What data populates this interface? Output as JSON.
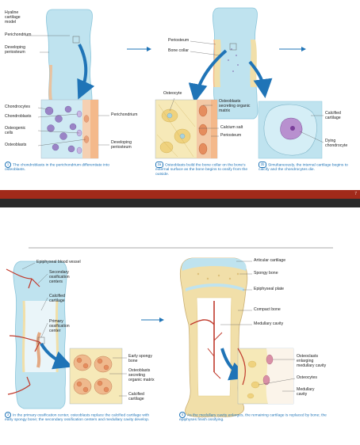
{
  "colors": {
    "accent_blue": "#1f74b7",
    "band_red": "#a12a1a",
    "band_dark": "#2a2a2a",
    "cartilage": "#bfe3ef",
    "bone": "#f1dfa9",
    "periosteum": "#f4b98b",
    "vessel": "#c0392b"
  },
  "top": {
    "stage1": {
      "labels": {
        "hyaline": "Hyaline cartilage model",
        "perichondrium": "Perichondrium",
        "developing_periosteum": "Developing periosteum"
      },
      "detail": {
        "chondrocytes": "Chondrocytes",
        "chondroblasts": "Chondroblasts",
        "osteogenic": "Osteogenic cells",
        "osteoblasts": "Osteoblasts",
        "perichondrium": "Perichondrium",
        "developing_periosteum": "Developing periosteum"
      },
      "caption": {
        "num": "1",
        "text": "The chondroblasts in the perichondrium differentiate into osteoblasts."
      }
    },
    "stage2": {
      "labels": {
        "periosteum": "Periosteum",
        "bone_collar": "Bone collar"
      },
      "detail_a": {
        "osteocyte": "Osteocyte",
        "osteoblasts_secreting": "Osteoblasts secreting organic matrix",
        "calcium_salt": "Calcium salt",
        "periosteum": "Periosteum"
      },
      "caption_a": {
        "num": "2a",
        "text": "Osteoblasts build the bone collar on the bone's external surface as the bone begins to ossify from the outside."
      },
      "detail_b": {
        "calcified": "Calcified cartilage",
        "dying": "Dying chondrocyte"
      },
      "caption_b": {
        "num": "2b",
        "text": "Simultaneously, the internal cartilage begins to calcify and the chondrocytes die."
      }
    },
    "page_number": "7"
  },
  "bottom": {
    "stage3": {
      "labels": {
        "epiphyseal_vessel": "Epiphyseal blood vessel",
        "secondary": "Secondary ossification centers",
        "calcified": "Calcified cartilage",
        "primary": "Primary ossification center"
      },
      "detail": {
        "early_spongy": "Early spongy bone",
        "osteoblasts_secreting": "Osteoblasts secreting organic matrix",
        "calcified": "Calcified cartilage"
      },
      "caption": {
        "num": "3",
        "text": "In the primary ossification center, osteoblasts replace the calcified cartilage with early spongy bone; the secondary ossification centers and medullary cavity develop."
      }
    },
    "stage4": {
      "labels": {
        "articular": "Articular cartilage",
        "spongy": "Spongy bone",
        "epiphyseal_plate": "Epiphyseal plate",
        "compact": "Compact bone",
        "medullary": "Medullary cavity"
      },
      "detail": {
        "osteoclasts": "Osteoclasts enlarging medullary cavity",
        "osteocytes": "Osteocytes",
        "medullary": "Medullary cavity"
      },
      "caption": {
        "num": "4",
        "text": "As the medullary cavity enlarges, the remaining cartilage is replaced by bone; the epiphyses finish ossifying."
      }
    }
  }
}
